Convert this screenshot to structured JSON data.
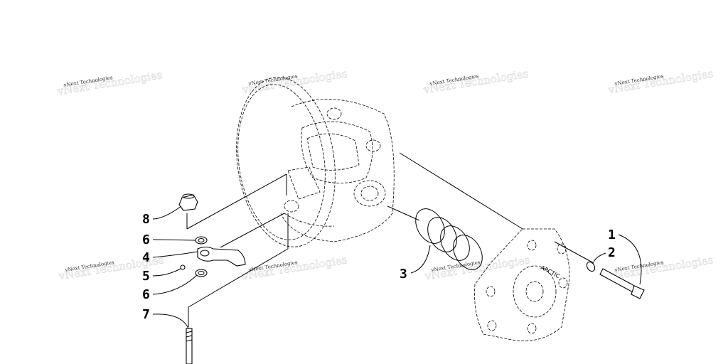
{
  "watermark": "vNext Technologies",
  "callouts": [
    "1",
    "2",
    "3",
    "4",
    "5",
    "6",
    "6",
    "7",
    "8"
  ],
  "cover_marking": "ARCTIC"
}
